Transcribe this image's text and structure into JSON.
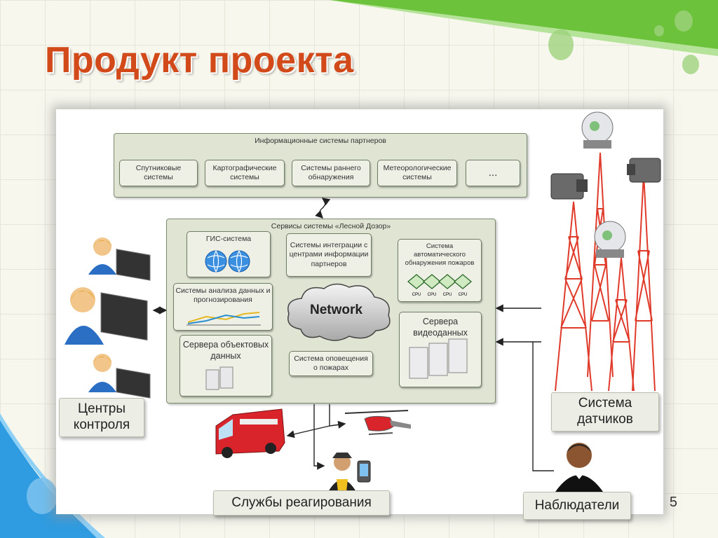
{
  "title": "Продукт проекта",
  "page_number": "5",
  "partners": {
    "header": "Информационные системы партнеров",
    "items": [
      "Спутниковые системы",
      "Картографические системы",
      "Системы раннего обнаружения",
      "Метеорологические системы",
      "..."
    ]
  },
  "services": {
    "header": "Сервисы системы «Лесной Дозор»",
    "gis": "ГИС-система",
    "integration": "Системы интеграции с центрами информации партнеров",
    "auto_detection": "Система автоматического обнаружения пожаров",
    "cpu_label": "CPU",
    "analysis": "Системы анализа данных и прогнозирования",
    "object_servers": "Сервера объектовых данных",
    "network": "Network",
    "video_servers": "Сервера видеоданных",
    "alert": "Система оповещения о пожарах"
  },
  "labels": {
    "control_centers": "Центры контроля",
    "sensors": "Система датчиков",
    "response": "Службы реагирования",
    "observers": "Наблюдатели"
  },
  "colors": {
    "title": "#d2491a",
    "green": "#6cc23a",
    "blue": "#2f9be0",
    "tower_red": "#e03a2a"
  }
}
